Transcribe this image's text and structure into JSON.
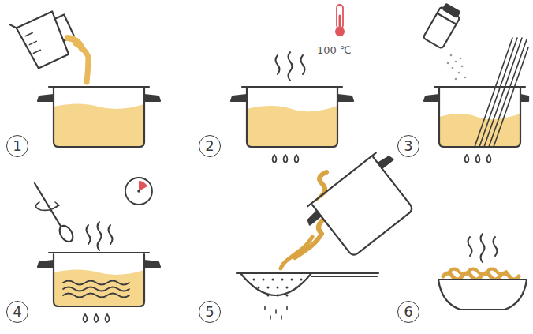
{
  "diagram": {
    "nodes": [
      {
        "text": [
          "1"
        ]
      },
      {
        "text": [
          "2"
        ]
      },
      {
        "text": [
          "3"
        ]
      },
      {
        "text": [
          "4"
        ]
      },
      {
        "text": [
          "5"
        ]
      },
      {
        "text": [
          "6"
        ]
      }
    ],
    "labels": [
      "100 ℃"
    ]
  }
}
